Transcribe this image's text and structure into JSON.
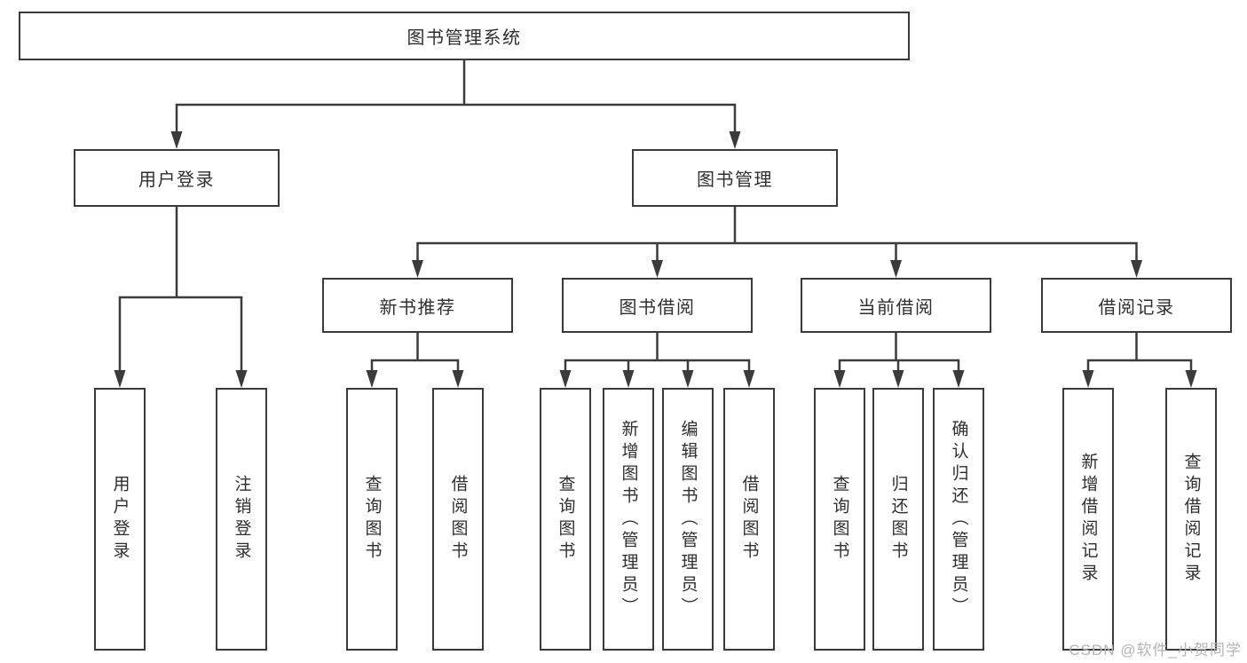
{
  "colors": {
    "line": "#3a3a3a",
    "box_border": "#3a3a3a",
    "background": "#ffffff",
    "watermark": "#b4b4b4"
  },
  "watermark": {
    "text": "CSDN @软件_小贺同学"
  },
  "tree": {
    "label": "图书管理系统",
    "children": [
      {
        "label": "用户登录",
        "children": [
          {
            "label": "用户登录"
          },
          {
            "label": "注销登录"
          }
        ]
      },
      {
        "label": "图书管理",
        "children": [
          {
            "label": "新书推荐",
            "children": [
              {
                "label": "查询图书"
              },
              {
                "label": "借阅图书"
              }
            ]
          },
          {
            "label": "图书借阅",
            "children": [
              {
                "label": "查询图书"
              },
              {
                "label": "新增图书（管理员）"
              },
              {
                "label": "编辑图书（管理员）"
              },
              {
                "label": "借阅图书"
              }
            ]
          },
          {
            "label": "当前借阅",
            "children": [
              {
                "label": "查询图书"
              },
              {
                "label": "归还图书"
              },
              {
                "label": "确认归还（管理员）"
              }
            ]
          },
          {
            "label": "借阅记录",
            "children": [
              {
                "label": "新增借阅记录"
              },
              {
                "label": "查询借阅记录"
              }
            ]
          }
        ]
      }
    ]
  }
}
